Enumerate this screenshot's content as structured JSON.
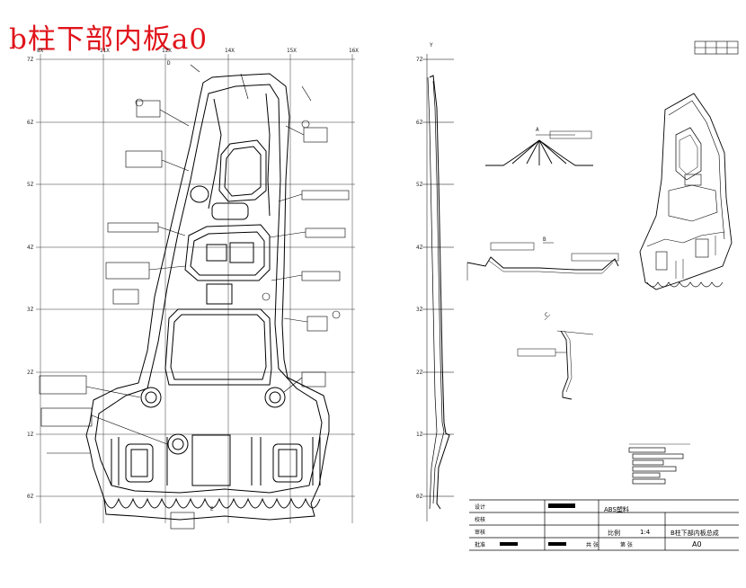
{
  "drawing": {
    "title": "b柱下部内板a0",
    "colors": {
      "title": "#e0141b",
      "line": "#000000",
      "grid": "#2a2a2a",
      "paper": "#ffffff"
    },
    "grid_top_labels": [
      "8X",
      "11X",
      "12X",
      "14X",
      "15X",
      "16X"
    ],
    "grid_left_labels": [
      "7Z",
      "6Z",
      "5Z",
      "4Z",
      "3Z",
      "2Z",
      "1Z",
      "0Z"
    ],
    "side_view_labels": [
      "7Z",
      "6Z",
      "5Z",
      "4Z",
      "3Z",
      "2Z",
      "1Z",
      "0Z"
    ],
    "side_view_top": "Y",
    "section_labels": [
      "A",
      "B",
      "C",
      "D",
      "E"
    ],
    "title_block": {
      "material_label": "ABS塑料",
      "ratio_label": "比例",
      "ratio_value": "1:4",
      "part_name": "B柱下部内板总成",
      "size": "A0",
      "sheet_info_1": "共 张",
      "sheet_info_2": "第 张",
      "row_labels": [
        "设计",
        "校核",
        "审核",
        "批准"
      ]
    }
  }
}
